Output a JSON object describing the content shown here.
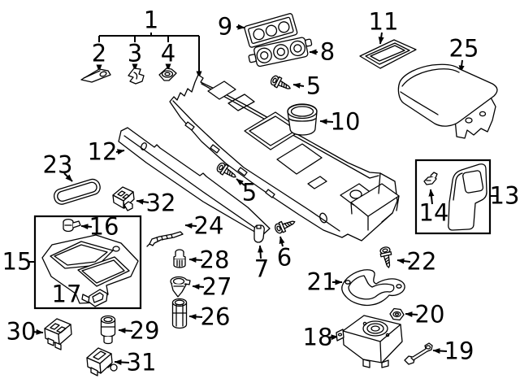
{
  "diagram": {
    "background_color": "#ffffff",
    "line_color": "#000000",
    "callouts": {
      "n1": "1",
      "n2": "2",
      "n3": "3",
      "n4": "4",
      "n5a": "5",
      "n5b": "5",
      "n6": "6",
      "n7": "7",
      "n8": "8",
      "n9": "9",
      "n10": "10",
      "n11": "11",
      "n12": "12",
      "n13": "13",
      "n14": "14",
      "n15": "15",
      "n16": "16",
      "n17": "17",
      "n18": "18",
      "n19": "19",
      "n20": "20",
      "n21": "21",
      "n22": "22",
      "n23": "23",
      "n24": "24",
      "n25": "25",
      "n26": "26",
      "n27": "27",
      "n28": "28",
      "n29": "29",
      "n30": "30",
      "n31": "31",
      "n32": "32"
    }
  }
}
